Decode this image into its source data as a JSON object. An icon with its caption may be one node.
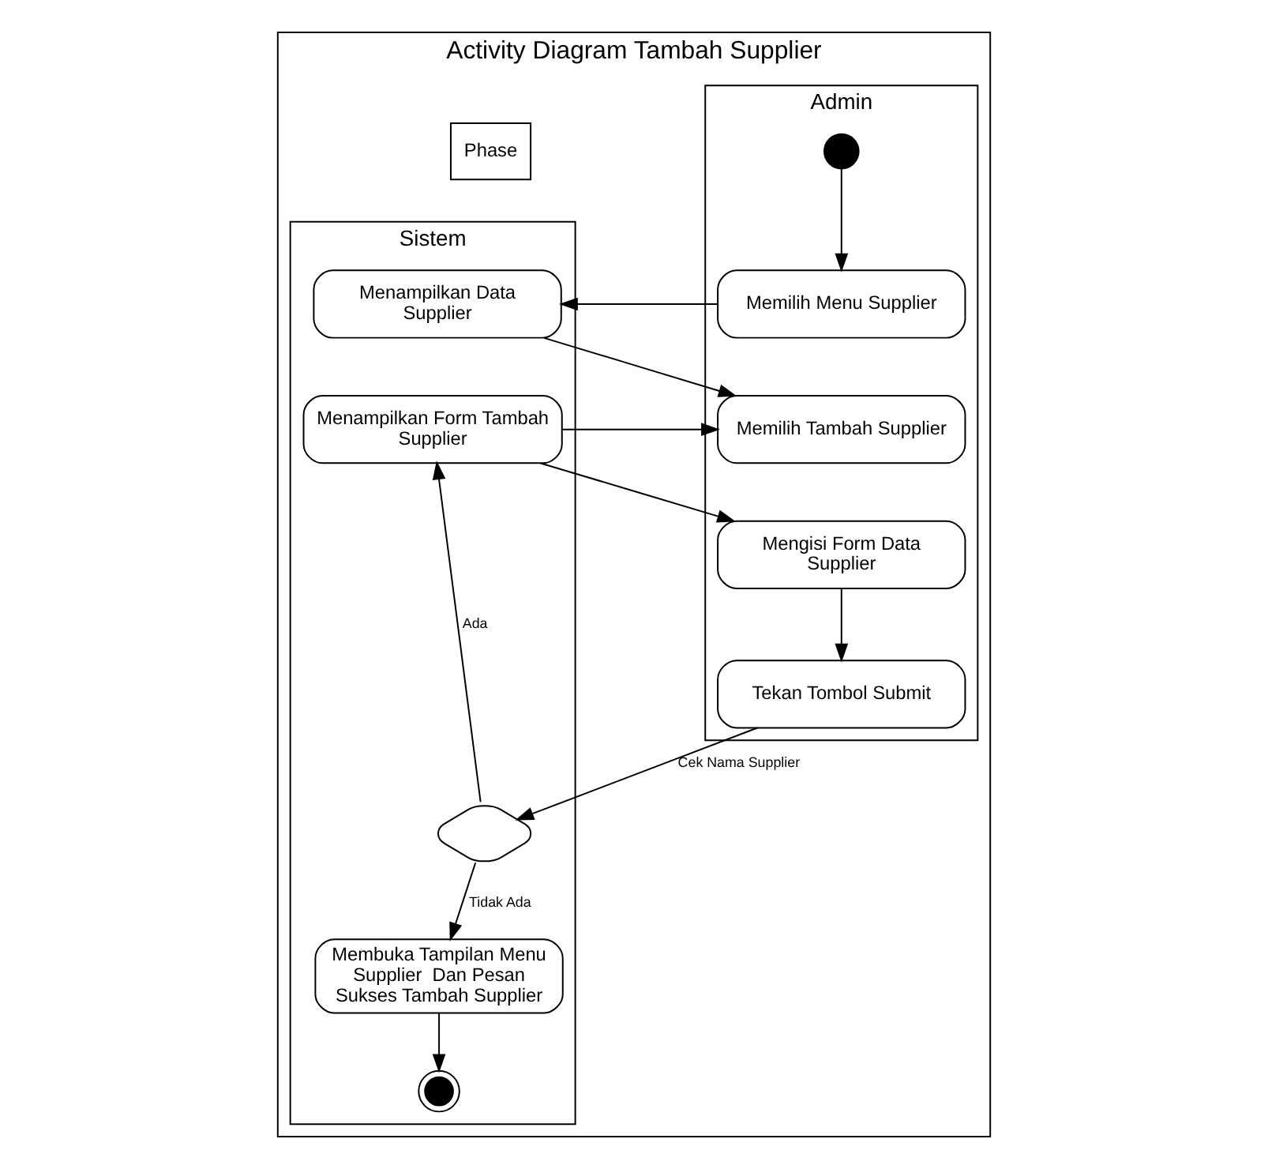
{
  "diagram": {
    "nodes": [
      {
        "text": [
          "Activity Diagram Tambah Supplier"
        ]
      },
      {
        "text": [
          "Phase"
        ],
        "in": 0
      },
      {
        "text": [
          "Admin"
        ],
        "in": 0
      },
      {
        "text": [
          "Sistem"
        ],
        "in": 0
      },
      {
        "text": [],
        "shape": "circle",
        "in": 2
      },
      {
        "text": [
          "Memilih Menu Supplier"
        ],
        "in": 2
      },
      {
        "text": [
          "Menampilkan Data Supplier"
        ],
        "in": 3
      },
      {
        "text": [
          "Memilih Tambah Supplier"
        ],
        "in": 2
      },
      {
        "text": [
          "Menampilkan Form Tambah Supplier"
        ],
        "in": 3
      },
      {
        "text": [
          "Mengisi Form Data Supplier"
        ],
        "in": 2
      },
      {
        "text": [
          "Tekan Tombol Submit"
        ],
        "in": 2
      },
      {
        "text": [],
        "shape": "diamond",
        "in": 3
      },
      {
        "text": [
          "Membuka Tampilan Menu Supplier  Dan Pesan Sukses Tambah Supplier"
        ],
        "in": 3
      },
      {
        "text": [],
        "shape": "circle",
        "in": 3
      }
    ],
    "edges": [
      {
        "from": 4,
        "to": 5,
        "arrow": "to"
      },
      {
        "from": 5,
        "to": 6,
        "arrow": "to"
      },
      {
        "from": 6,
        "to": 7,
        "arrow": "to"
      },
      {
        "from": 8,
        "to": 7,
        "arrow": "to"
      },
      {
        "from": 8,
        "to": 9,
        "arrow": "to"
      },
      {
        "from": 9,
        "to": 10,
        "arrow": "to"
      },
      {
        "from": 10,
        "to": 11,
        "arrow": "to",
        "label": "Cek Nama Supplier"
      },
      {
        "from": 11,
        "to": 8,
        "arrow": "to",
        "label": "Ada"
      },
      {
        "from": 11,
        "to": 12,
        "arrow": "to",
        "label": "Tidak Ada"
      },
      {
        "from": 12,
        "to": 13,
        "arrow": "to"
      }
    ]
  }
}
